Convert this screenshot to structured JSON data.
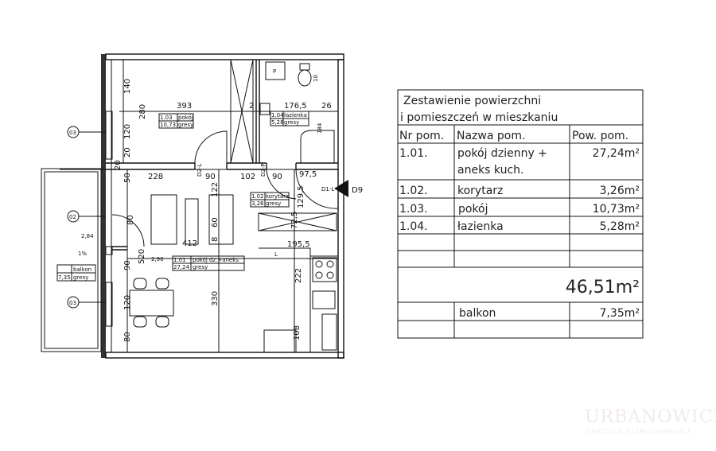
{
  "table": {
    "title_line1": "Zestawienie powierzchni",
    "title_line2": "i pomieszczeń w mieszkaniu",
    "headers": [
      "Nr pom.",
      "Nazwa pom.",
      "Pow. pom."
    ],
    "rows": [
      {
        "nr": "1.01.",
        "name_line1": "pokój dzienny +",
        "name_line2": "aneks kuch.",
        "area": "27,24m²"
      },
      {
        "nr": "1.02.",
        "name_line1": "korytarz",
        "area": "3,26m²"
      },
      {
        "nr": "1.03.",
        "name_line1": "pokój",
        "area": "10,73m²"
      },
      {
        "nr": "1.04.",
        "name_line1": "łazienka",
        "area": "5,28m²"
      }
    ],
    "total": "46,51m²",
    "balcony": {
      "name": "balkon",
      "area": "7,35m²"
    }
  },
  "plan": {
    "rooms": [
      {
        "nr": "1.01",
        "name": "pokój dz.+aneks",
        "area": "27,24",
        "floor": "gresy"
      },
      {
        "nr": "1.02",
        "name": "korytarz",
        "area": "3,26",
        "floor": "gresy"
      },
      {
        "nr": "1.03",
        "name": "pokój",
        "area": "10,73",
        "floor": "gresy"
      },
      {
        "nr": "1.04",
        "name": "łazienka",
        "area": "5,28",
        "floor": "gresy"
      }
    ],
    "balcony": {
      "name": "balkon",
      "area": "7,35",
      "floor": "gresy"
    },
    "dimensions": [
      "140",
      "280",
      "120",
      "20",
      "20",
      "50",
      "80",
      "90",
      "520",
      "120",
      "80",
      "393",
      "176,5",
      "26",
      "2",
      "228",
      "90",
      "102",
      "90",
      "97,5",
      "122",
      "60",
      "8",
      "412",
      "129,5",
      "72,5",
      "195,5",
      "222",
      "330",
      "108",
      "184",
      "10"
    ],
    "levels": [
      "2,84",
      "2,90"
    ],
    "slope": "1%",
    "window_tags": [
      "03",
      "02",
      "03"
    ],
    "door_tags": [
      "D2-L",
      "D2-P",
      "D1-L"
    ],
    "entrance_tag": "D9",
    "symbols": [
      "P",
      "L"
    ]
  },
  "watermark": {
    "name": "URBANOWICZ",
    "sub": "CENTRUM NIERUCHOMOŚCI"
  }
}
